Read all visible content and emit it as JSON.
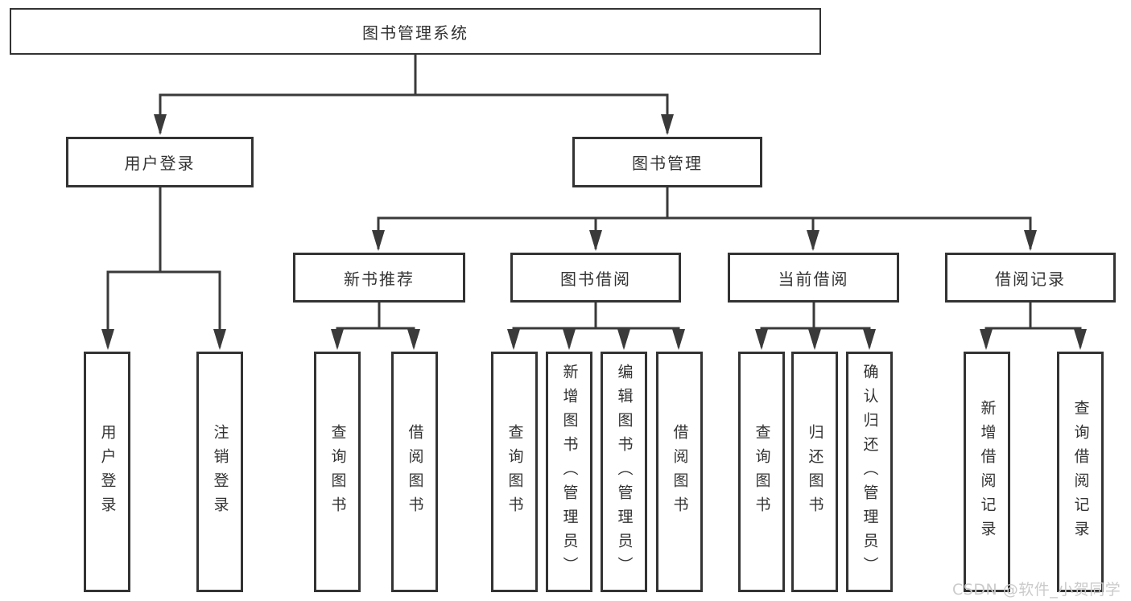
{
  "nodes": {
    "root": "图书管理系统",
    "level2": [
      "用户登录",
      "图书管理"
    ],
    "level3": [
      "新书推荐",
      "图书借阅",
      "当前借阅",
      "借阅记录"
    ],
    "leaves_user": [
      "用户登录",
      "注销登录"
    ],
    "leaves_recommend": [
      "查询图书",
      "借阅图书"
    ],
    "leaves_borrow": [
      "查询图书",
      "新增图书（管理员）",
      "编辑图书（管理员）",
      "借阅图书"
    ],
    "leaves_current": [
      "查询图书",
      "归还图书",
      "确认归还（管理员）"
    ],
    "leaves_record": [
      "新增借阅记录",
      "查询借阅记录"
    ]
  },
  "watermark": "CSDN @软件_小贺同学",
  "colors": {
    "line": "#3a3a3a",
    "border": "#333333",
    "text": "#333333",
    "watermark": "#cbcbcb",
    "background": "#ffffff"
  }
}
